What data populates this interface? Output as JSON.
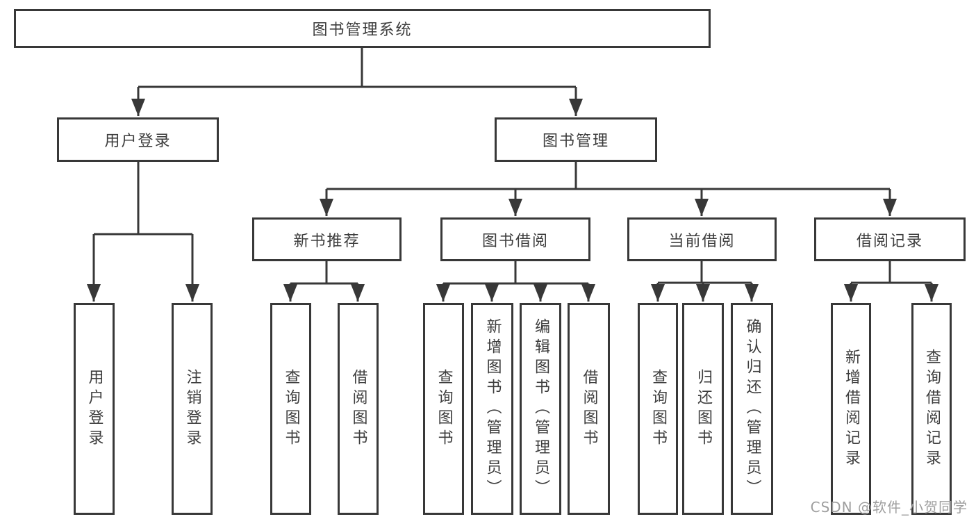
{
  "colors": {
    "connector_and_border": "#383838",
    "node_text": "#3d3d3d",
    "watermark_text": "#9e9e9e",
    "background": "#ffffff"
  },
  "watermark": {
    "text": "CSDN @软件_小贺同学"
  },
  "tree": {
    "root": "图书管理系统",
    "children": [
      {
        "label": "用户登录",
        "children": [
          {
            "label": "用户登录"
          },
          {
            "label": "注销登录"
          }
        ]
      },
      {
        "label": "图书管理",
        "children": [
          {
            "label": "新书推荐",
            "children": [
              {
                "label": "查询图书"
              },
              {
                "label": "借阅图书"
              }
            ]
          },
          {
            "label": "图书借阅",
            "children": [
              {
                "label": "查询图书"
              },
              {
                "label": "新增图书（管理员）"
              },
              {
                "label": "编辑图书（管理员）"
              },
              {
                "label": "借阅图书"
              }
            ]
          },
          {
            "label": "当前借阅",
            "children": [
              {
                "label": "查询图书"
              },
              {
                "label": "归还图书"
              },
              {
                "label": "确认归还（管理员）"
              }
            ]
          },
          {
            "label": "借阅记录",
            "children": [
              {
                "label": "新增借阅记录"
              },
              {
                "label": "查询借阅记录"
              }
            ]
          }
        ]
      }
    ]
  }
}
